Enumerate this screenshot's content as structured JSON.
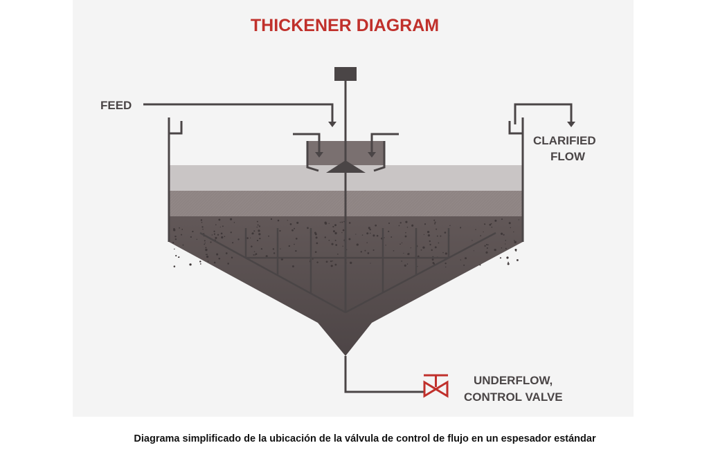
{
  "title": "THICKENER DIAGRAM",
  "labels": {
    "feed": "FEED",
    "clarified_line1": "CLARIFIED",
    "clarified_line2": "FLOW",
    "underflow_line1": "UNDERFLOW,",
    "underflow_line2": "CONTROL VALVE"
  },
  "caption": "Diagrama simplificado de la ubicación de la válvula de control de flujo en un espesador estándar",
  "colors": {
    "accent": "#c0302b",
    "line": "#4a4546",
    "clear_zone": "#c9c5c5",
    "middle_zone": "#8e8483",
    "sludge_zone": "#574e4e",
    "feedwell": "#7a7070"
  }
}
